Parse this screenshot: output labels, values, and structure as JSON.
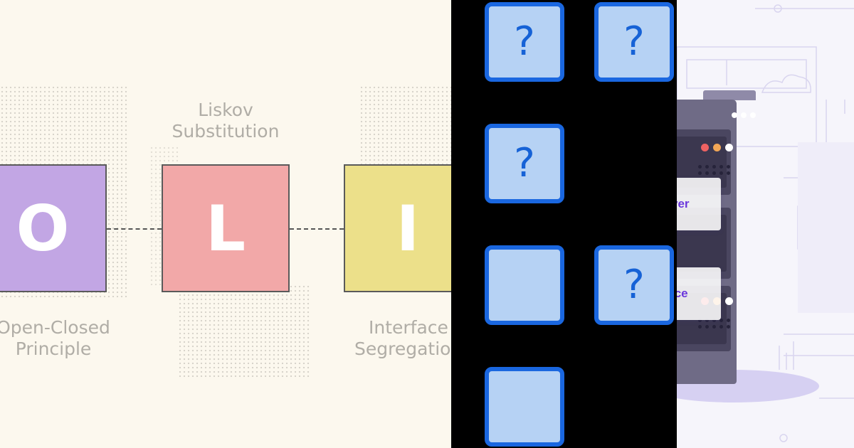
{
  "solid_diagram": {
    "letters": {
      "o": "O",
      "l": "L",
      "i": "I"
    },
    "labels": {
      "liskov_line1": "Liskov",
      "liskov_line2": "Substitution",
      "open_closed_line1": "Open-Closed",
      "open_closed_line2": "Principle",
      "interface_line1": "Interface",
      "interface_line2": "Segregation"
    },
    "colors": {
      "background": "#fcf8ee",
      "o_box": "#c2a6e4",
      "l_box": "#f2a8a8",
      "i_box": "#ece08a"
    }
  },
  "question_grid": {
    "cards": [
      {
        "label": "?"
      },
      {
        "label": "?"
      },
      {
        "label": "?"
      },
      {
        "label": ""
      },
      {
        "label": "?"
      },
      {
        "label": ""
      }
    ],
    "colors": {
      "background": "#000000",
      "card_fill": "#b6d2f4",
      "card_border": "#1a67e0"
    }
  },
  "server_illustration": {
    "labels": {
      "card1": "ver",
      "card2": "ice"
    },
    "colors": {
      "accent_text": "#6b38dc",
      "cabinet": "#6f6b86",
      "led_red": "#ee6262",
      "led_orange": "#f2a656"
    }
  }
}
